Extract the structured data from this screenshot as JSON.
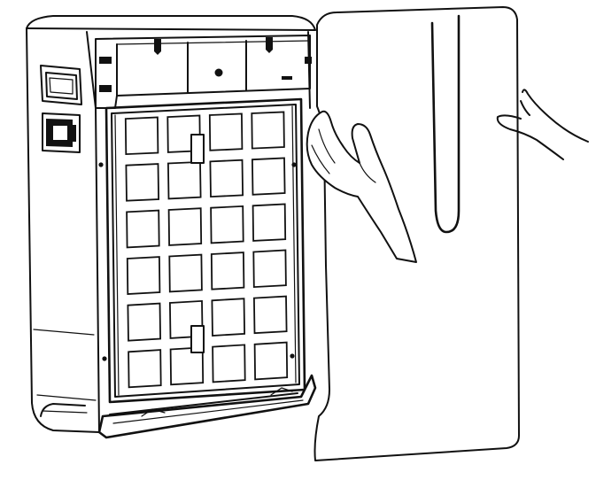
{
  "figure": {
    "subject": "air-purifier-front-panel-removal",
    "colors": {
      "line": "#111111",
      "background": "#ffffff"
    },
    "filter_grid": {
      "rows": 6,
      "cols": 4
    }
  }
}
